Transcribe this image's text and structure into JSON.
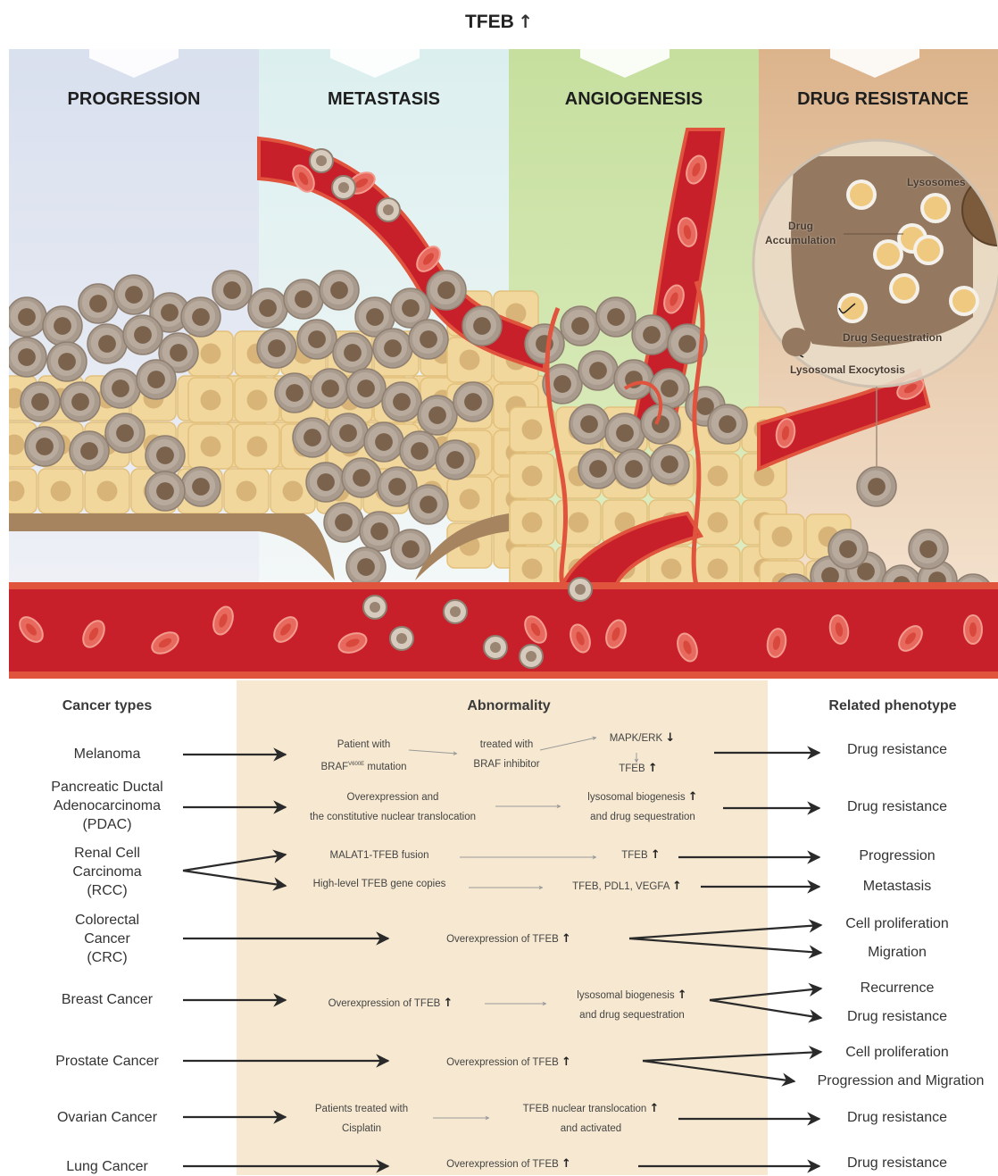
{
  "title": {
    "text": "TFEB",
    "arrow": "↑"
  },
  "panels": [
    {
      "label": "PROGRESSION",
      "bg": "#dde3ef"
    },
    {
      "label": "METASTASIS",
      "bg": "#e4f1f1"
    },
    {
      "label": "ANGIOGENESIS",
      "bg": "#cfe4a8"
    },
    {
      "label": "DRUG RESISTANCE",
      "bg": "#e8c9a8"
    }
  ],
  "inset": {
    "lysosomes": "Lysosomes",
    "drug_accumulation_1": "Drug",
    "drug_accumulation_2": "Accumulation",
    "drug_sequestration": "Drug Sequestration",
    "lysosomal_exocytosis": "Lysosomal Exocytosis"
  },
  "colors": {
    "vessel": "#c8202a",
    "vessel_light": "#e0533d",
    "rbc": "#e86a5e",
    "tumor_cell": "#a89a8d",
    "tumor_nucleus": "#7a624d",
    "normal_cell": "#f1d79b",
    "normal_nucleus": "#d8b478",
    "stroma": "#a68460",
    "table_bg": "#f7e9d1"
  },
  "table": {
    "headers": {
      "cancer": "Cancer types",
      "abnormality": "Abnormality",
      "phenotype": "Related phenotype"
    },
    "rows": [
      {
        "cancer": "Melanoma",
        "steps": [
          "Patient with",
          "BRAF",
          "V600E",
          "mutation",
          "treated with",
          "BRAF inhibitor",
          "MAPK/ERK",
          "TFEB"
        ],
        "phenotypes": [
          "Drug resistance"
        ]
      },
      {
        "cancer_lines": [
          "Pancreatic Ductal",
          "Adenocarcinoma",
          "(PDAC)"
        ],
        "steps": [
          "Overexpression and",
          "the constitutive nuclear translocation",
          "lysosomal biogenesis",
          "and drug sequestration"
        ],
        "phenotypes": [
          "Drug resistance"
        ]
      },
      {
        "cancer_lines": [
          "Renal Cell",
          "Carcinoma",
          "(RCC)"
        ],
        "steps": [
          "MALAT1-TFEB fusion",
          "TFEB",
          "High-level TFEB gene copies",
          "TFEB, PDL1, VEGFA"
        ],
        "phenotypes": [
          "Progression",
          "Metastasis"
        ]
      },
      {
        "cancer_lines": [
          "Colorectal",
          "Cancer",
          "(CRC)"
        ],
        "steps": [
          "Overexpression of TFEB"
        ],
        "phenotypes": [
          "Cell proliferation",
          "Migration"
        ]
      },
      {
        "cancer": "Breast Cancer",
        "steps": [
          "Overexpression of TFEB",
          "lysosomal biogenesis",
          "and drug sequestration"
        ],
        "phenotypes": [
          "Recurrence",
          "Drug resistance"
        ]
      },
      {
        "cancer": "Prostate Cancer",
        "steps": [
          "Overexpression of TFEB"
        ],
        "phenotypes": [
          "Cell proliferation",
          "Progression and Migration"
        ]
      },
      {
        "cancer": "Ovarian Cancer",
        "steps": [
          "Patients treated with",
          "Cisplatin",
          "TFEB nuclear translocation",
          "and activated"
        ],
        "phenotypes": [
          "Drug resistance"
        ]
      },
      {
        "cancer": "Lung Cancer",
        "steps": [
          "Overexpression of TFEB"
        ],
        "phenotypes": [
          "Drug resistance"
        ]
      }
    ]
  }
}
